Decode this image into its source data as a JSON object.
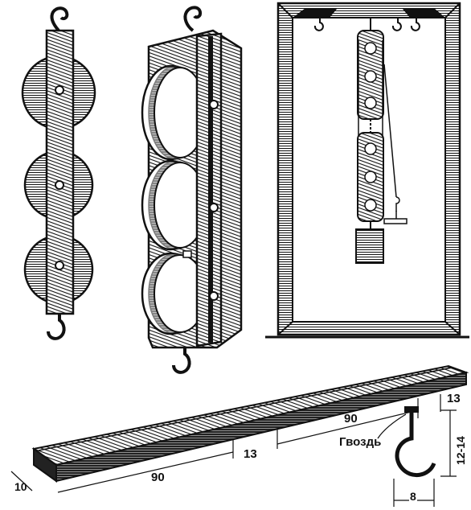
{
  "labels": {
    "dim_90_left": "90",
    "dim_13_left": "13",
    "dim_90_right": "90",
    "dim_13_right": "13",
    "dim_10": "10",
    "nail_label": "Гвоздь",
    "dim_12_14": "12-14",
    "dim_8": "8"
  }
}
